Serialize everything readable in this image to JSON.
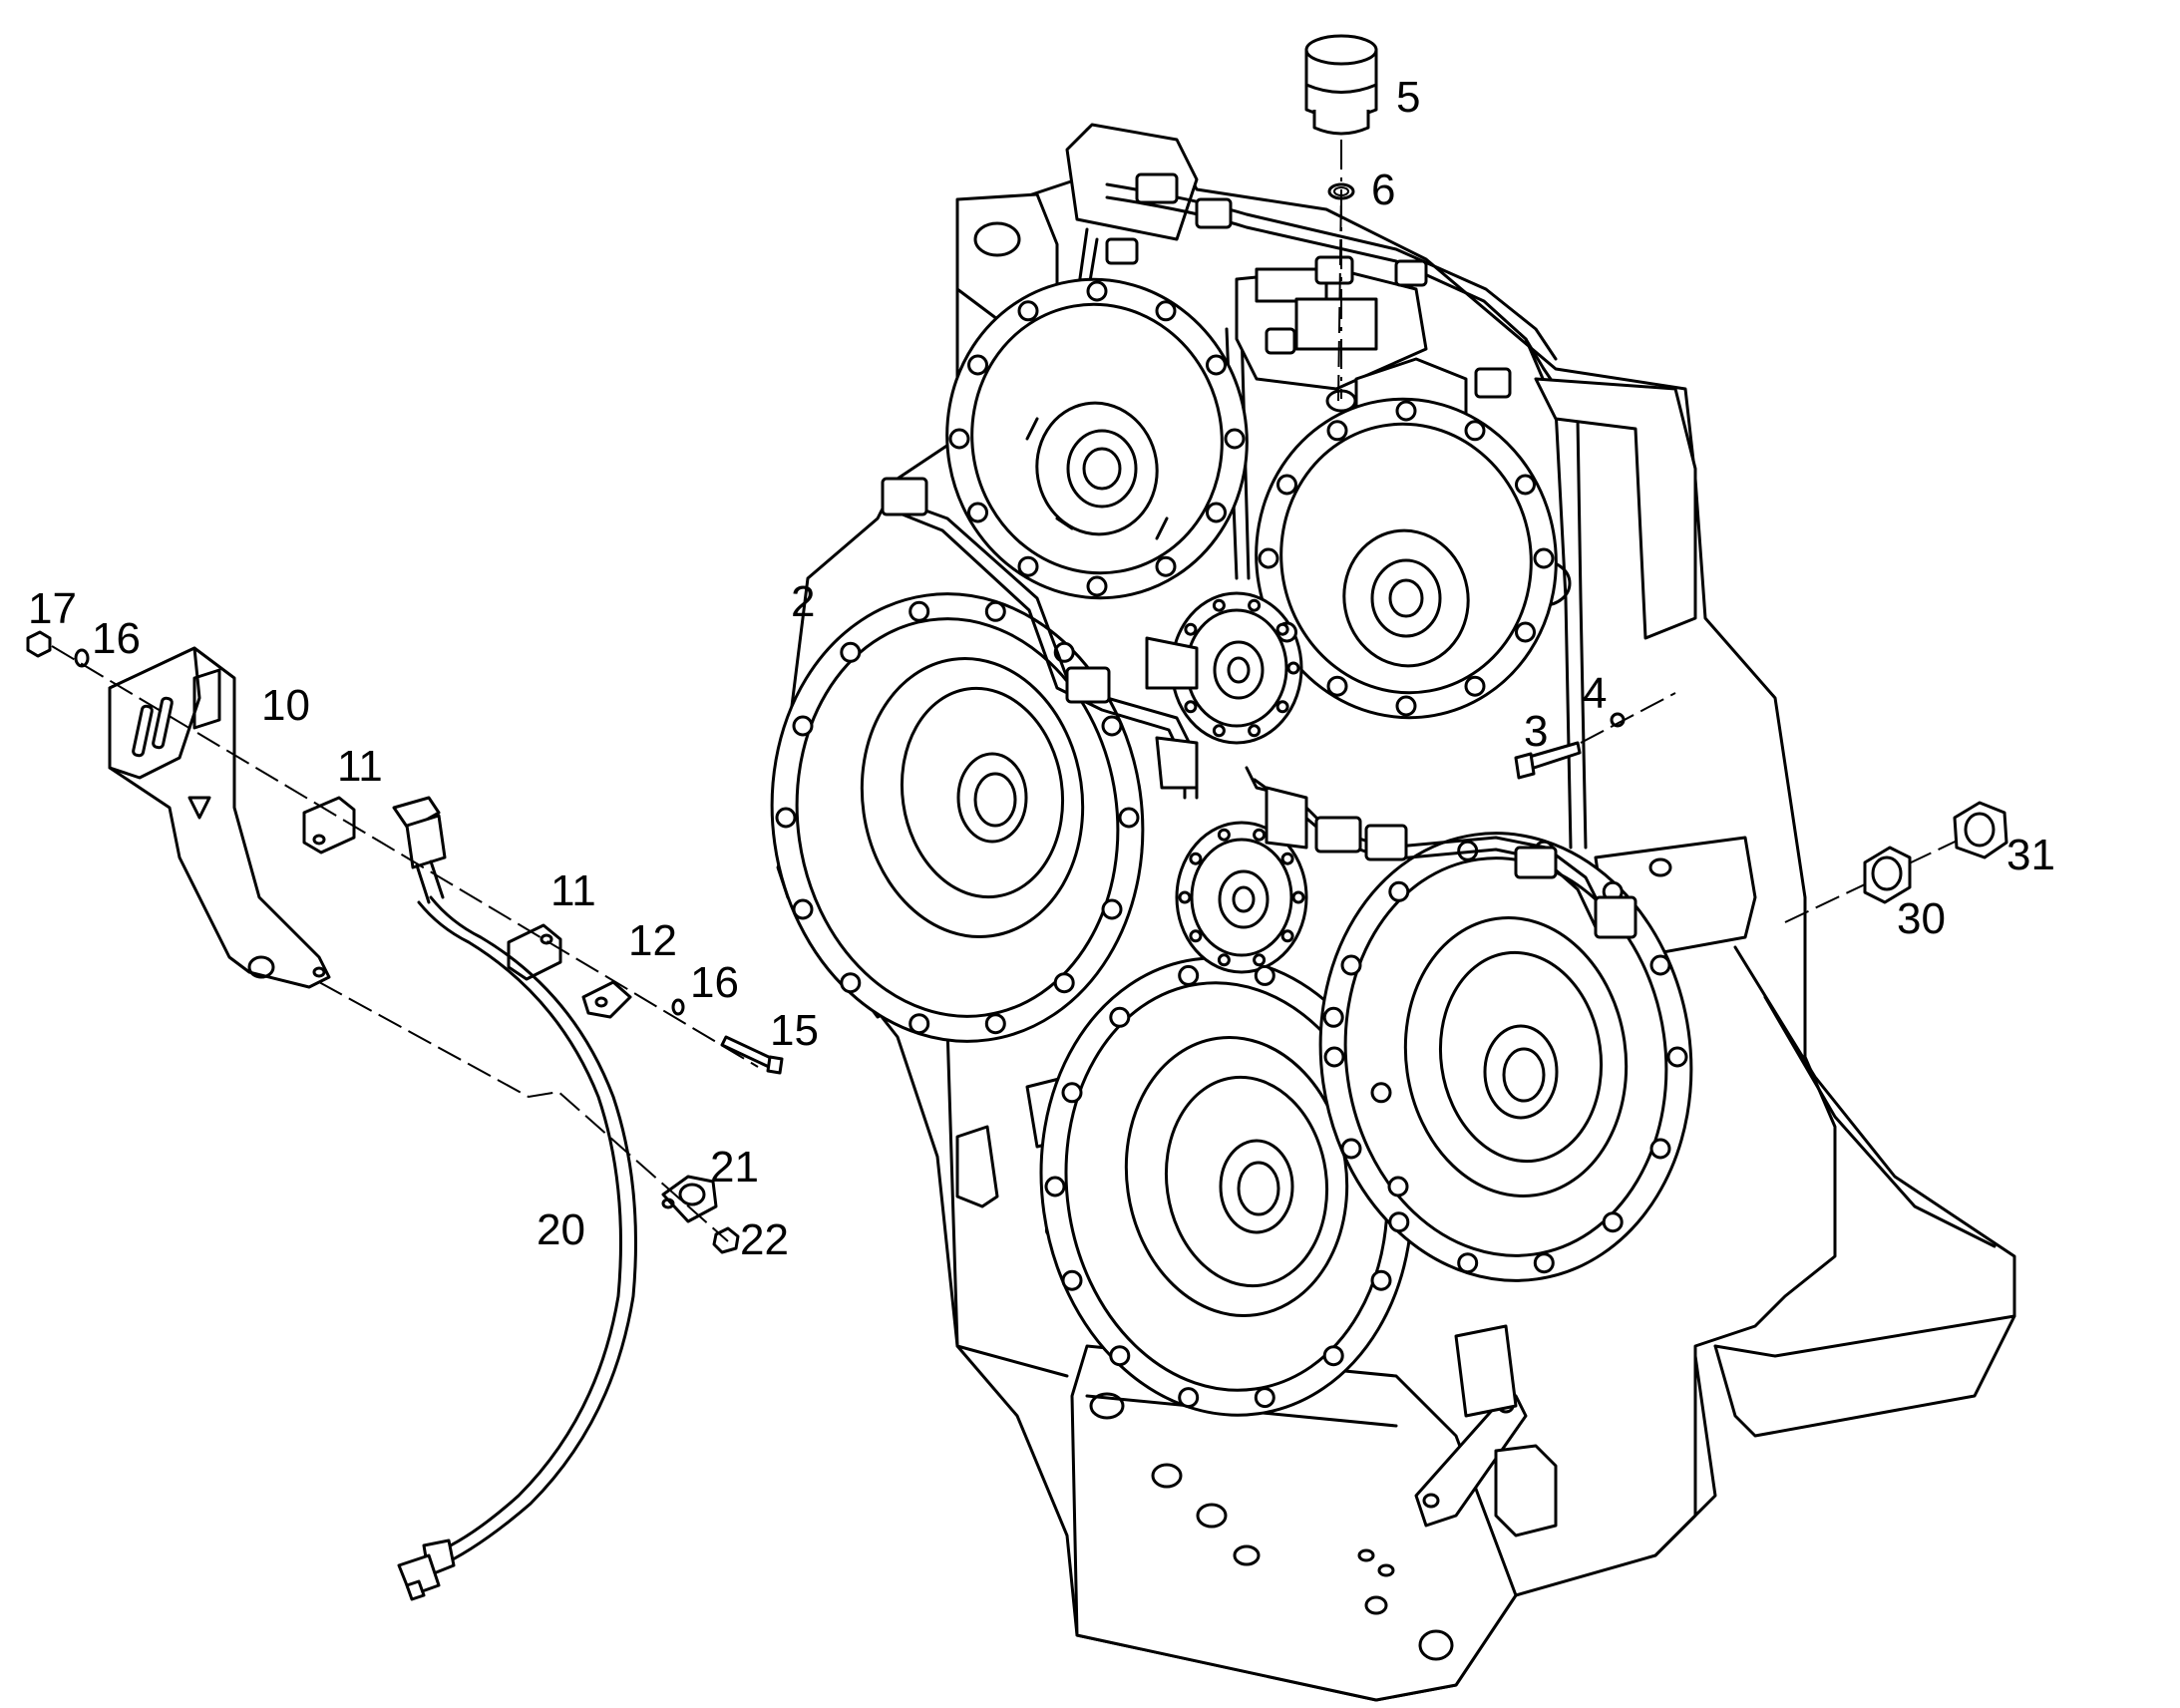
{
  "callouts": {
    "c2": "2",
    "c3": "3",
    "c4": "4",
    "c5": "5",
    "c6": "6",
    "c10": "10",
    "c11a": "11",
    "c11b": "11",
    "c12": "12",
    "c15": "15",
    "c16a": "16",
    "c16b": "16",
    "c17": "17",
    "c20": "20",
    "c21": "21",
    "c22": "22",
    "c30": "30",
    "c31": "31"
  }
}
